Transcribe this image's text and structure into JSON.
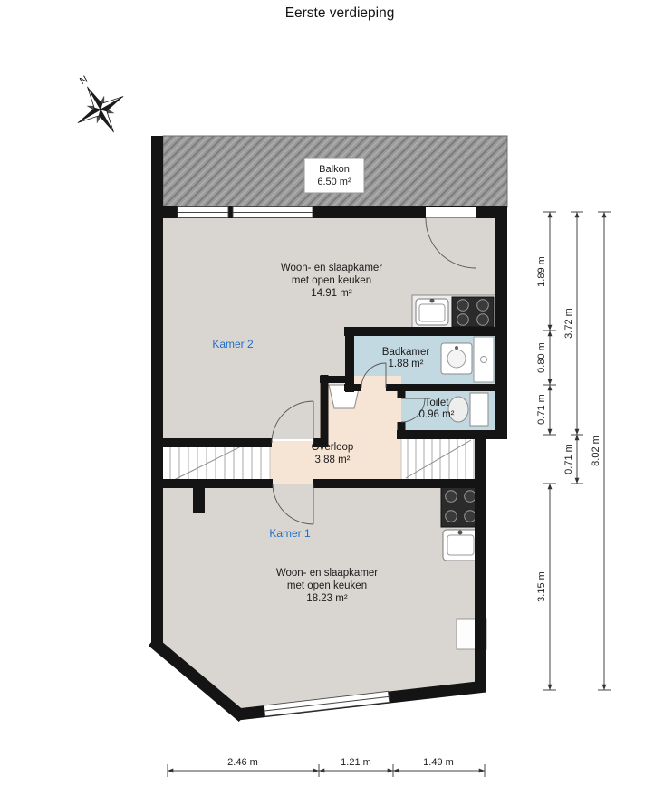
{
  "title": "Eerste verdieping",
  "compass": {
    "north": "N"
  },
  "floors": {
    "balkon": {
      "name": "Balkon",
      "area": "6.50 m²"
    },
    "kamer2": {
      "room_label": "Kamer 2",
      "desc1": "Woon- en slaapkamer",
      "desc2": "met open keuken",
      "area": "14.91 m²"
    },
    "badkamer": {
      "name": "Badkamer",
      "area": "1.88 m²"
    },
    "toilet": {
      "name": "Toilet",
      "area": "0.96 m²"
    },
    "overloop": {
      "name": "Overloop",
      "area": "3.88 m²"
    },
    "kamer1": {
      "room_label": "Kamer 1",
      "desc1": "Woon- en slaapkamer",
      "desc2": "met open keuken",
      "area": "18.23 m²"
    }
  },
  "dimensions": {
    "right_inner": {
      "d1": "1.89 m",
      "d2": "0.80 m",
      "d3": "0.71 m",
      "d4": "3.15 m"
    },
    "right_middle": {
      "d1": "3.72 m",
      "d2": "0.71 m"
    },
    "right_outer": {
      "d1": "8.02 m"
    },
    "bottom": {
      "d1": "2.46 m",
      "d2": "1.21 m",
      "d3": "1.49 m"
    }
  },
  "colors": {
    "wall": "#141414",
    "floor": "#d9d5d0",
    "wet_room": "#c3d9e2",
    "hall": "#f6e4d5",
    "room_label": "#1e6fc8",
    "balkon_base": "#9c9c9c"
  }
}
